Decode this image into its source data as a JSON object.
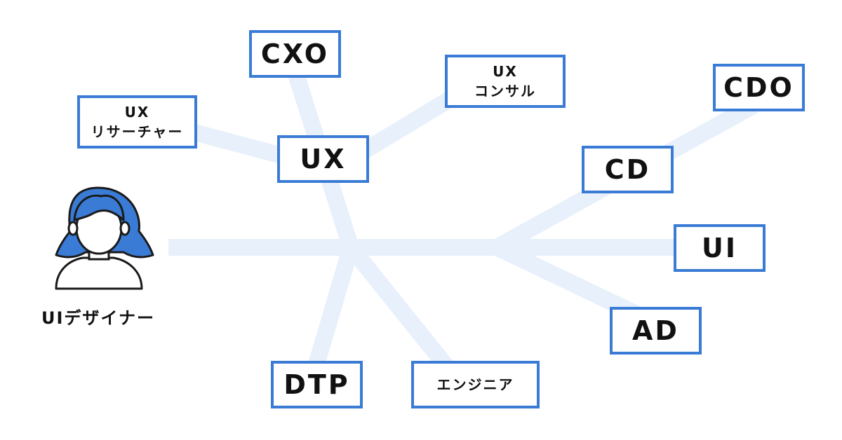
{
  "diagram": {
    "person": {
      "caption": "UIデザイナー",
      "icon": "designer-person-icon"
    },
    "nodes": {
      "cxo": "CXO",
      "ux_consul": "UX\nコンサル",
      "cdo": "CDO",
      "ux_research": "UX\nリサーチャー",
      "ux": "UX",
      "cd": "CD",
      "ui": "UI",
      "ad": "AD",
      "dtp": "DTP",
      "engineer": "エンジニア"
    }
  },
  "colors": {
    "node_border": "#3a7bd5",
    "branch": "#e8f0fb",
    "hair": "#3a7bd5",
    "outline": "#1a1a1a"
  }
}
